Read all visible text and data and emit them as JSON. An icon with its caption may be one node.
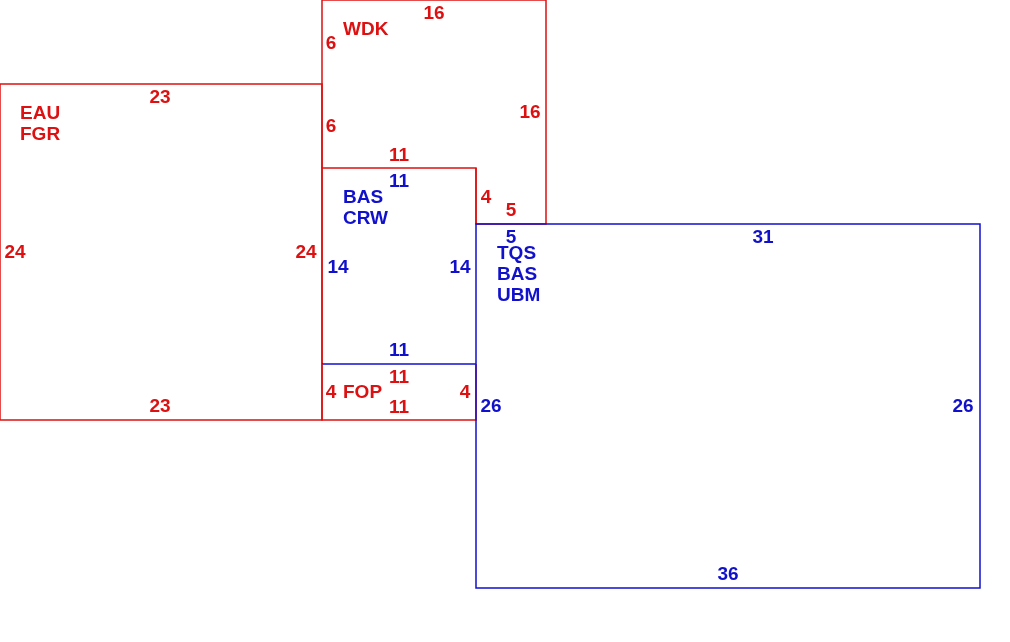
{
  "diagram": {
    "nodes": [
      {
        "text": [
          "WDK"
        ]
      },
      {
        "text": [
          "EAU FGR"
        ]
      },
      {
        "text": [
          "BAS CRW"
        ]
      },
      {
        "text": [
          "FOP"
        ]
      },
      {
        "text": [
          "TQS BAS UBM"
        ]
      }
    ],
    "labels": [
      "16",
      "6",
      "23",
      "16",
      "6",
      "11",
      "11",
      "4",
      "5",
      "5",
      "31",
      "24",
      "24",
      "14",
      "14",
      "11",
      "11",
      "4",
      "4",
      "23",
      "11",
      "26",
      "26",
      "36"
    ]
  }
}
